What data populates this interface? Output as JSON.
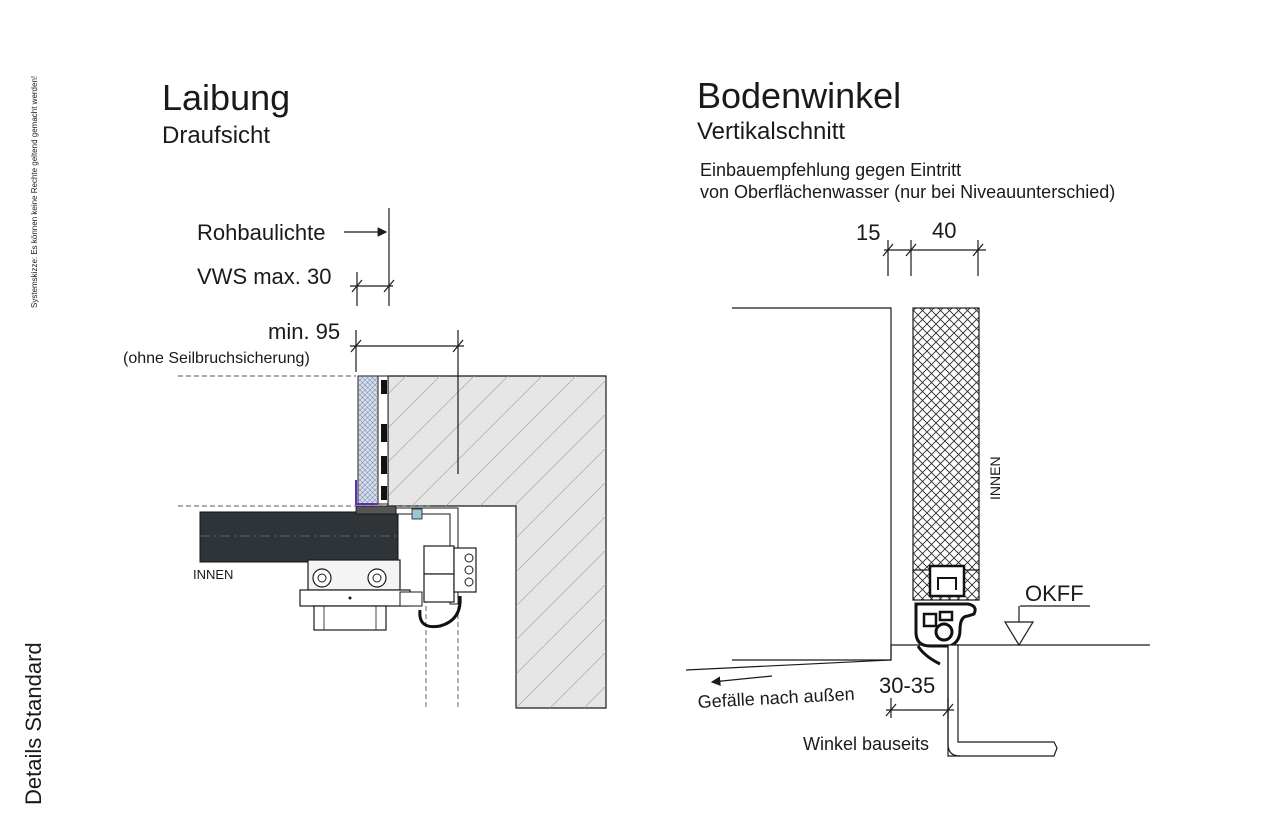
{
  "side_notes": {
    "disclaimer": "Systemskizze: Es können keine Rechte geltend gemacht werden!",
    "section": "Details Standard"
  },
  "laibung": {
    "title": "Laibung",
    "subtitle": "Draufsicht",
    "dim_rohbaulichte": "Rohbaulichte",
    "dim_vws": "VWS max. 30",
    "dim_min": "min. 95",
    "dim_min_note": "(ohne Seilbruchsicherung)",
    "label_innen": "INNEN"
  },
  "bodenwinkel": {
    "title": "Bodenwinkel",
    "subtitle": "Vertikalschnitt",
    "note_line1": "Einbauempfehlung gegen Eintritt",
    "note_line2": "von Oberflächenwasser (nur bei Niveauunterschied)",
    "dim_15": "15",
    "dim_40": "40",
    "label_innen": "INNEN",
    "label_okff": "OKFF",
    "dim_30_35": "30-35",
    "label_gefaelle": "Gefälle nach außen",
    "label_winkel": "Winkel bauseits"
  },
  "colors": {
    "concrete": "#e6e6e6",
    "beam": "#2f3438",
    "insulation": "#b8c4d8",
    "seal_accent": "#5b2fb8"
  }
}
